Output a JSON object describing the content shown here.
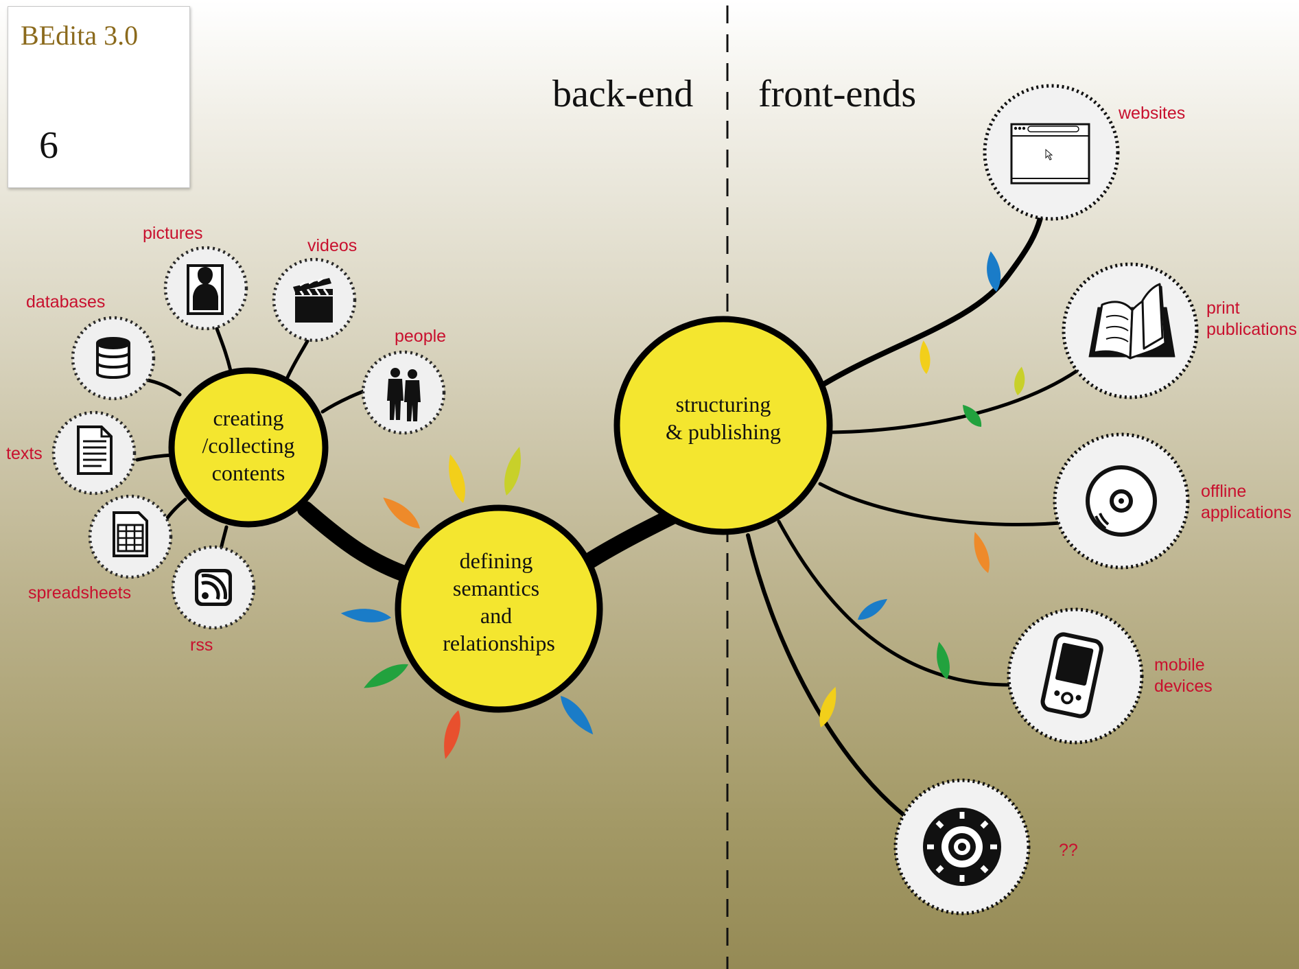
{
  "slide": {
    "title": "BEdita 3.0",
    "number": "6"
  },
  "headings": {
    "backend": "back-end",
    "frontends": "front-ends"
  },
  "hubs": {
    "creating": [
      "creating",
      "/collecting",
      "contents"
    ],
    "defining": [
      "defining",
      "semantics",
      "and",
      "relationships"
    ],
    "structuring": [
      "structuring",
      "& publishing"
    ]
  },
  "sources": [
    {
      "label": "pictures",
      "icon": "portrait-icon"
    },
    {
      "label": "videos",
      "icon": "clapperboard-icon"
    },
    {
      "label": "databases",
      "icon": "database-icon"
    },
    {
      "label": "people",
      "icon": "people-icon"
    },
    {
      "label": "texts",
      "icon": "document-icon"
    },
    {
      "label": "spreadsheets",
      "icon": "spreadsheet-icon"
    },
    {
      "label": "rss",
      "icon": "rss-icon"
    }
  ],
  "outputs": [
    {
      "label": "websites",
      "icon": "browser-window-icon"
    },
    {
      "label": [
        "print",
        "publications"
      ],
      "icon": "open-book-icon"
    },
    {
      "label": [
        "offline",
        "applications"
      ],
      "icon": "cd-disc-icon"
    },
    {
      "label": [
        "mobile",
        "devices"
      ],
      "icon": "pda-device-icon"
    },
    {
      "label": "??",
      "icon": "shotcode-icon"
    }
  ],
  "colors": {
    "hub_fill": "#f4e62f",
    "label_red": "#c8102e",
    "title_gold": "#8b6a1c",
    "leaf_blue": "#1a7cc8",
    "leaf_yellow": "#f2cf1a",
    "leaf_lime": "#c8d02a",
    "leaf_green": "#22a23e",
    "leaf_orange": "#ee8a2a",
    "leaf_red": "#e8502e"
  }
}
